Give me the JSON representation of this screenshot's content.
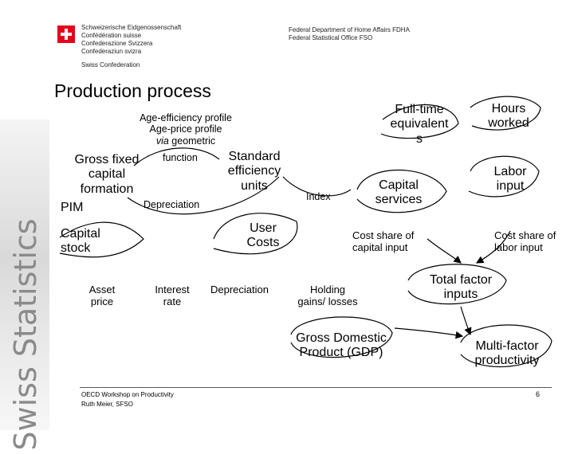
{
  "header": {
    "confederation_lines": [
      "Schweizerische Eidgenossenschaft",
      "Confédération suisse",
      "Confederazione Svizzera",
      "Confederaziun svizra"
    ],
    "swiss_confederation": "Swiss Confederation",
    "department": "Federal Department of Home Affairs FDHA",
    "office": "Federal Statistical Office FSO"
  },
  "sidebar": {
    "label": "Swiss Statistics"
  },
  "slide": {
    "title": "Production process"
  },
  "diagram": {
    "profiles": {
      "line1": "Age-efficiency profile",
      "line2": "Age-price profile",
      "line3_italic": "via",
      "line3_rest": " geometric"
    },
    "function": "function",
    "gross_fixed": [
      "Gross fixed",
      "capital",
      "formation"
    ],
    "pim": "PIM",
    "depreciation_top": "Depreciation",
    "standard": [
      "Standard",
      "efficiency",
      "units"
    ],
    "index": "Index",
    "fte": [
      "Full-time",
      "equivalent",
      "s"
    ],
    "hours": [
      "Hours",
      "worked"
    ],
    "capital_services": [
      "Capital",
      "services"
    ],
    "labor_input": [
      "Labor",
      "input"
    ],
    "capital_stock": [
      "Capital",
      "stock"
    ],
    "user_costs": [
      "User",
      "Costs"
    ],
    "cost_share_capital": [
      "Cost share of",
      "capital input"
    ],
    "cost_share_labor": [
      "Cost share of",
      "labor input"
    ],
    "asset_price": [
      "Asset",
      "price"
    ],
    "interest_rate": [
      "Interest",
      "rate"
    ],
    "depreciation_bottom": "Depreciation",
    "holding": [
      "Holding",
      "gains/ losses"
    ],
    "total_factor": [
      "Total factor",
      "inputs"
    ],
    "gdp": [
      "Gross Domestic",
      "Product (GDP)"
    ],
    "mfp": [
      "Multi-factor",
      "productivity"
    ]
  },
  "footer": {
    "workshop": "OECD Workshop on Productivity",
    "author": "Ruth Meier, SFSO",
    "page": "6"
  }
}
